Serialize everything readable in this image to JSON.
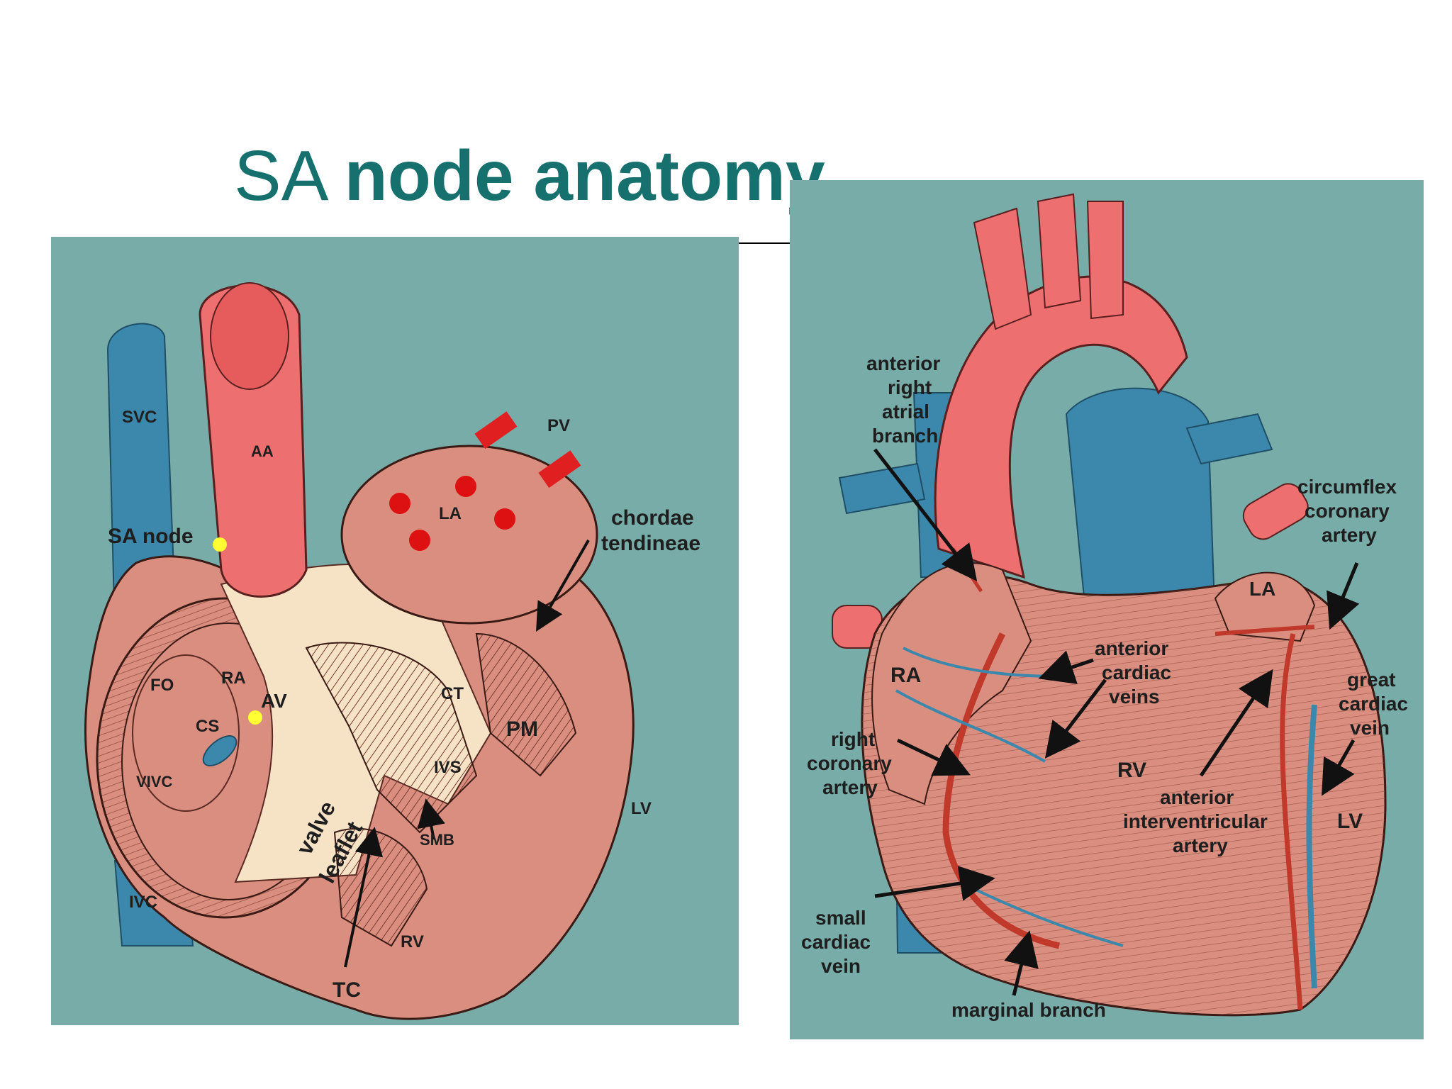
{
  "slide": {
    "title_plain": "SA ",
    "title_bold": "node anatomy"
  },
  "left_diagram": {
    "labels": {
      "svc": "SVC",
      "aa": "AA",
      "pv": "PV",
      "la": "LA",
      "sa_node": "SA node",
      "chordae_1": "chordae",
      "chordae_2": "tendineae",
      "fo": "FO",
      "ra": "RA",
      "av": "AV",
      "cs": "CS",
      "ct": "CT",
      "pm": "PM",
      "ivs": "IVS",
      "vivc": "VIVC",
      "valve": "valve",
      "leaflet": "leaflet",
      "smb": "SMB",
      "lv": "LV",
      "ivc": "IVC",
      "rv": "RV",
      "tc": "TC"
    }
  },
  "right_diagram": {
    "labels": {
      "ant_right_1": "anterior",
      "ant_right_2": "right",
      "ant_right_3": "atrial",
      "ant_right_4": "branch",
      "circ_1": "circumflex",
      "circ_2": "coronary",
      "circ_3": "artery",
      "la": "LA",
      "ra": "RA",
      "ant_card_1": "anterior",
      "ant_card_2": "cardiac",
      "ant_card_3": "veins",
      "great_1": "great",
      "great_2": "cardiac",
      "great_3": "vein",
      "rca_1": "right",
      "rca_2": "coronary",
      "rca_3": "artery",
      "rv": "RV",
      "aia_1": "anterior",
      "aia_2": "interventricular",
      "aia_3": "artery",
      "lv": "LV",
      "small_1": "small",
      "small_2": "cardiac",
      "small_3": "vein",
      "marginal": "marginal branch"
    }
  },
  "colors": {
    "background": "#78aca8",
    "muscle": "#d98e80",
    "artery": "#ee6f6f",
    "vein": "#3c88ac",
    "valve_tissue": "#f6e3c6",
    "sa_node_marker": "#ffff33",
    "pv_marker": "#dd1111",
    "title": "#16706e"
  }
}
